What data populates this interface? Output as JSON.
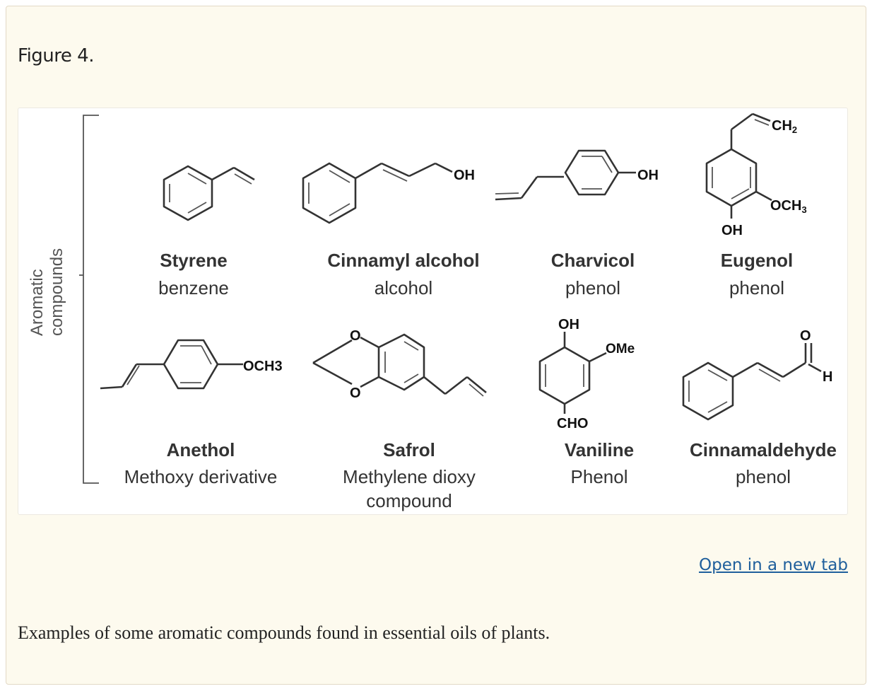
{
  "figure": {
    "title": "Figure 4.",
    "side_label_line1": "Aromatic",
    "side_label_line2": "compounds",
    "compounds": [
      {
        "name": "Styrene",
        "class": "benzene"
      },
      {
        "name": "Cinnamyl alcohol",
        "class": "alcohol"
      },
      {
        "name": "Charvicol",
        "class": "phenol"
      },
      {
        "name": "Eugenol",
        "class": "phenol"
      },
      {
        "name": "Anethol",
        "class": "Methoxy derivative"
      },
      {
        "name": "Safrol",
        "class": "Methylene dioxy",
        "class_line2": "compound"
      },
      {
        "name": "Vaniline",
        "class": "Phenol"
      },
      {
        "name": "Cinnamaldehyde",
        "class": "phenol"
      }
    ],
    "atoms": {
      "oh": "OH",
      "ch2": "CH",
      "sub2": "2",
      "och3": "OCH",
      "sub3": "3",
      "ome": "OMe",
      "cho": "CHO",
      "o": "O",
      "h": "H",
      "och3_inline": "OCH3"
    }
  },
  "link": {
    "open_new_tab": "Open in a new tab"
  },
  "caption": "Examples of some aromatic compounds found in essential oils of plants."
}
